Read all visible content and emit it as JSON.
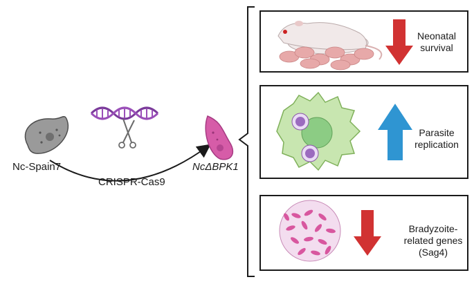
{
  "left": {
    "source_label": "Nc-Spain7",
    "method_label": "CRISPR-Cas9",
    "mutant_label": "NcΔBPK1"
  },
  "panels": [
    {
      "text_line1": "Neonatal",
      "text_line2": "survival",
      "text_line3": "",
      "effect": "decrease",
      "arrow_color": "#d13232"
    },
    {
      "text_line1": "Parasite",
      "text_line2": "replication",
      "text_line3": "",
      "effect": "increase",
      "arrow_color": "#2f95d2"
    },
    {
      "text_line1": "Bradyzoite-",
      "text_line2": "related genes",
      "text_line3": "(Sag4)",
      "effect": "decrease",
      "arrow_color": "#d13232"
    }
  ],
  "colors": {
    "parasite_wildtype": "#9a9a9a",
    "parasite_mutant": "#d65ca8",
    "host_cell": "#c8e6b0",
    "mouse": "#f1e9e9",
    "pups": "#e7a9a9"
  }
}
